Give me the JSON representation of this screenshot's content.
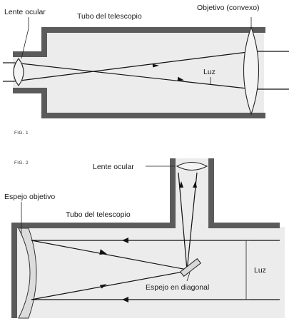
{
  "fig1": {
    "caption": "FIG. 1",
    "labels": {
      "eyepiece": "Lente ocular",
      "tube": "Tubo del telescopio",
      "objective": "Objetivo (convexo)",
      "light": "Luz"
    }
  },
  "fig2": {
    "caption": "FIG. 2",
    "labels": {
      "eyepiece": "Lente ocular",
      "objective_mirror": "Espejo objetivo",
      "tube": "Tubo del telescopio",
      "light": "Luz",
      "diagonal_mirror": "Espejo en diagonal"
    }
  },
  "colors": {
    "wall": "#5b5b5b",
    "tube_interior": "#ececec",
    "ray": "#111111"
  }
}
